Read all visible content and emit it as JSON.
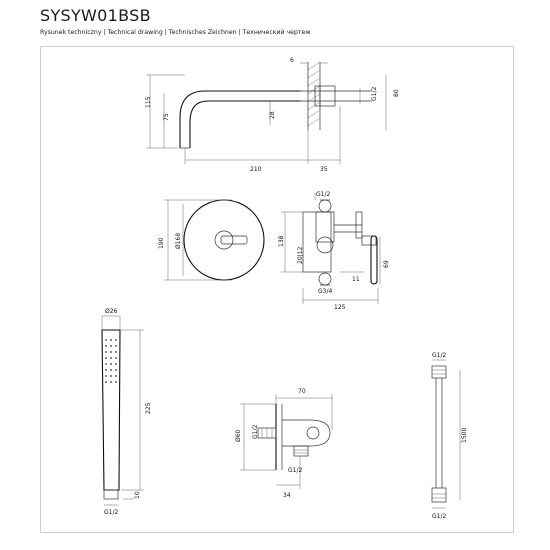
{
  "header": {
    "title": "SYSYW01BSB",
    "subtitle": "Rysunek techniczny | Technical drawing | Technisches Zeichnen | Технический чертеж"
  },
  "spout": {
    "dim_6": "6",
    "dim_115": "115",
    "dim_75": "75",
    "dim_28": "28",
    "dim_g12": "G1/2",
    "dim_80": "80",
    "dim_210": "210",
    "dim_35": "35"
  },
  "mixer": {
    "dim_190": "190",
    "dim_d68": "Ø168",
    "dim_138": "138",
    "dim_g12_top": "G1/2",
    "dim_20": "20|12",
    "dim_69": "69",
    "dim_11": "11",
    "dim_g34": "G3/4",
    "dim_125": "125"
  },
  "handshower": {
    "dim_d26": "Ø26",
    "dim_225": "225",
    "dim_10": "10",
    "dim_g12": "G1/2"
  },
  "connector": {
    "dim_70": "70",
    "dim_d60": "Ø60",
    "dim_g12_a": "G1/2",
    "dim_g12_b": "G1/2",
    "dim_34": "34"
  },
  "hose": {
    "dim_g12_top": "G1/2",
    "dim_1500": "1500",
    "dim_g12_bottom": "G1/2"
  }
}
